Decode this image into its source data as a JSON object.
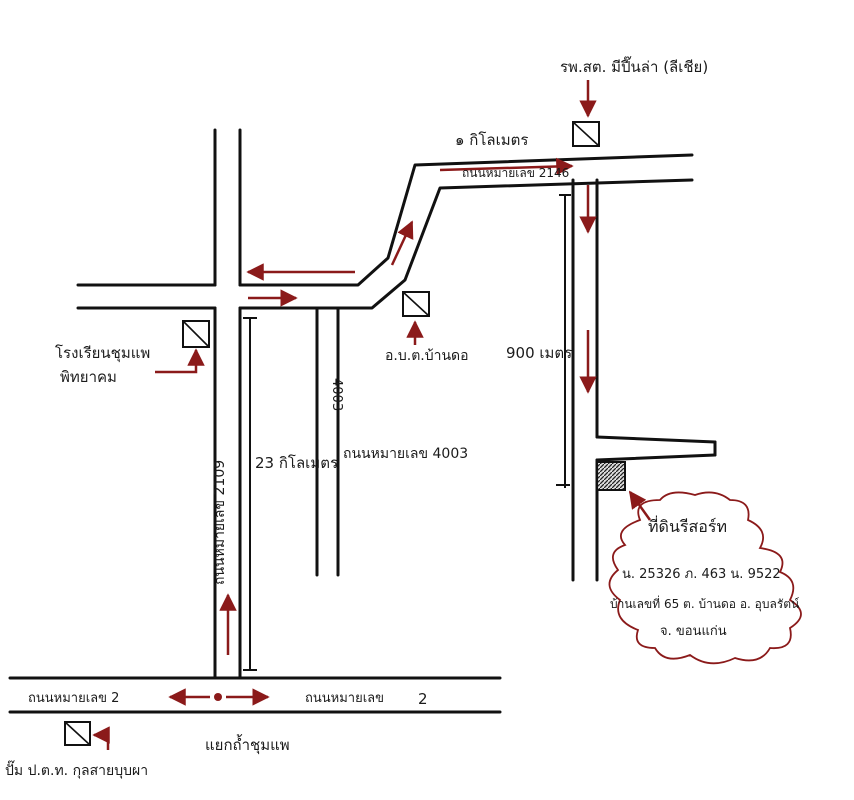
{
  "map": {
    "landmarks": {
      "office_top_right": "รพ.สต. มีปี๊นล่า (ลีเชีย)",
      "school_left_1": "โรงเรียนชุมแพ",
      "school_left_2": "พิทยาคม",
      "tambon_office": "อ.บ.ต.บ้านดอ",
      "gas_station_1": "ปั๊ม ป.ต.ท. กุลสายบุบผา",
      "junction": "แยกถ้ำชุมแพ"
    },
    "distances": {
      "top": "๑ กิโลเมตร",
      "middle": "23 กิโลเมตร",
      "right": "900 เมตร"
    },
    "roads": {
      "route_2_left": "ถนนหมายเลข 2",
      "route_2_right": "ถนนหมายเลข",
      "route_2_right_num": "2",
      "route_2109": "ถนนหมายเลข 2109",
      "route_4003_small": "4003",
      "route_4003": "ถนนหมายเลข 4003",
      "route_2146": "ถนนหมายเลข 2146"
    },
    "site": {
      "title": "ที่ดินรีสอร์ท",
      "line1": "น. 25326   ภ. 463   น. 9522",
      "line2": "บ้านเลขที่ 65   ต. บ้านดอ  อ. อุบลรัตน์",
      "line3": "จ. ขอนแก่น"
    },
    "colors": {
      "ink": "#111111",
      "annotation": "#8b1a1a",
      "site_hatch": "#3a3a3a"
    }
  }
}
